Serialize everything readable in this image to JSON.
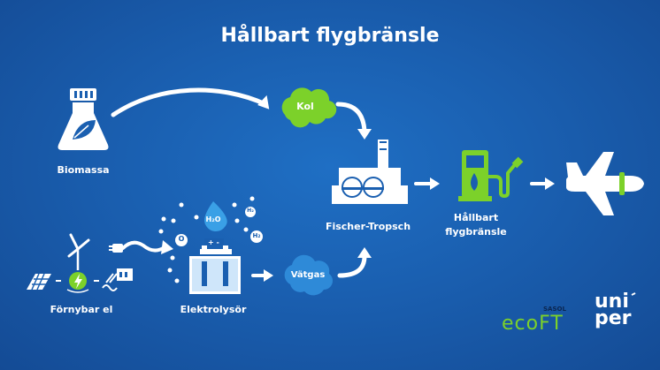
{
  "title": "Hållbart flygbränsle",
  "labels": {
    "biomassa": "Biomassa",
    "kol": "Kol",
    "fischer_tropsch": "Fischer-Tropsch",
    "hallbart_line1": "Hållbart",
    "hallbart_line2": "flygbränsle",
    "fornybar_el": "Förnybar el",
    "elektrolysor": "Elektrolysör",
    "vatgas": "Vätgas"
  },
  "chemistry": {
    "h2o": "H₂O",
    "o": "O",
    "h2": "H₂"
  },
  "logos": {
    "sasol": "SASOL",
    "ecoft": "ecoFT",
    "uniper_line1": "uni",
    "uniper_line2": "per"
  },
  "colors": {
    "background": "#1a5fb0",
    "accent_green": "#7cd12a",
    "icon_fill": "#ffffff",
    "icon_light": "#cfe6fa",
    "h2o_drop": "#3aa0e6"
  },
  "icons": [
    "flask-icon",
    "cloud-icon",
    "factory-icon",
    "fuel-pump-icon",
    "airplane-icon",
    "solar-panel-icon",
    "wind-turbine-icon",
    "power-icon",
    "water-turbine-icon",
    "plug-icon",
    "electrolyzer-icon",
    "water-drop-icon"
  ]
}
